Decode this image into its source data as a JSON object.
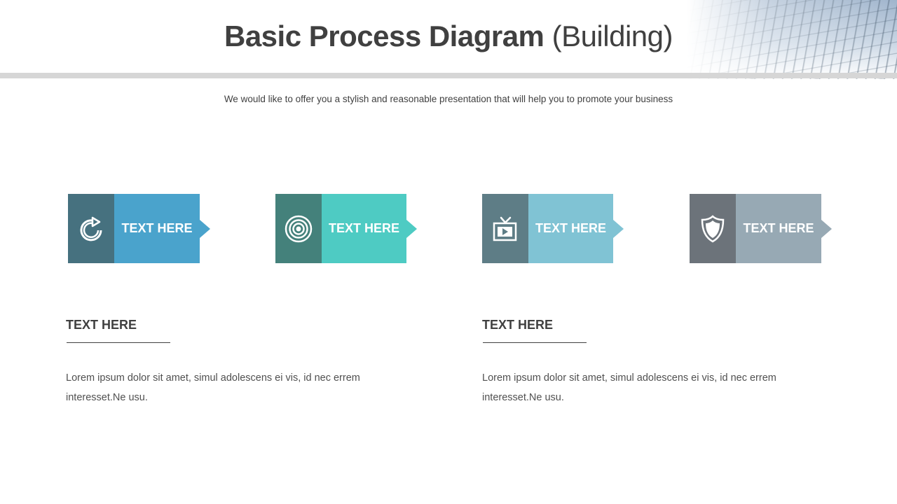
{
  "header": {
    "title_bold": "Basic Process Diagram",
    "title_light": "(Building)",
    "subtitle": "We would like to offer you a stylish and reasonable presentation that will help you to promote your business"
  },
  "steps": [
    {
      "label": "TEXT HERE",
      "icon": "refresh-arrow-icon",
      "dark_color": "#46717f",
      "light_color": "#4aa3cc"
    },
    {
      "label": "TEXT HERE",
      "icon": "target-icon",
      "dark_color": "#44817b",
      "light_color": "#4ecbc3"
    },
    {
      "label": "TEXT HERE",
      "icon": "tv-play-icon",
      "dark_color": "#5e7d86",
      "light_color": "#80c3d4"
    },
    {
      "label": "TEXT HERE",
      "icon": "shield-icon",
      "dark_color": "#6c737a",
      "light_color": "#97a9b4"
    }
  ],
  "details": [
    {
      "title": "TEXT HERE",
      "body": "Lorem ipsum dolor sit amet, simul adolescens ei vis, id nec errem interesset.Ne usu."
    },
    {
      "title": "TEXT HERE",
      "body": "Lorem ipsum dolor sit amet, simul adolescens ei vis, id nec errem interesset.Ne usu."
    }
  ]
}
